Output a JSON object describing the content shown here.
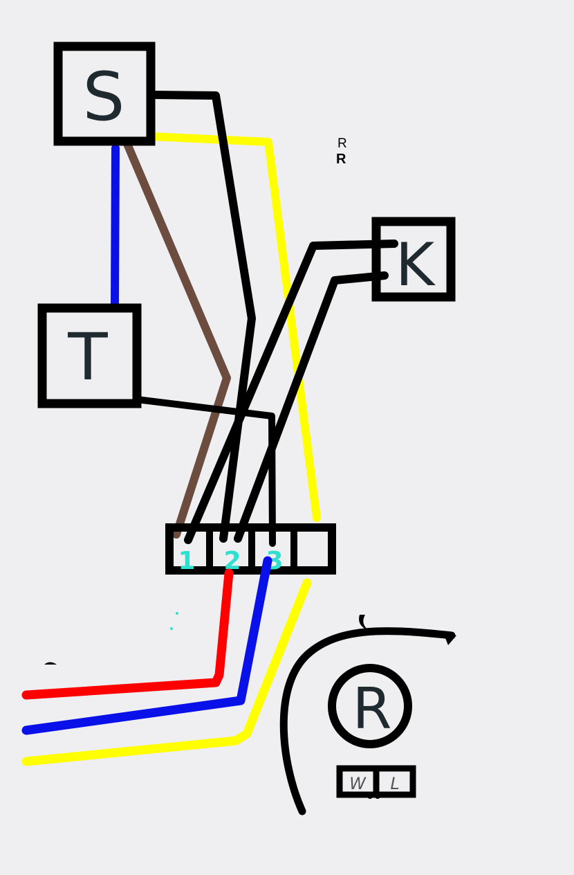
{
  "components": {
    "s_label": "S",
    "t_label": "T",
    "k_label": "K",
    "r_label": "R"
  },
  "terminal_block": {
    "numbers": [
      "1",
      "2",
      "3"
    ]
  },
  "r_terminals": [
    "W",
    "L"
  ],
  "floating_text": {
    "small": "R",
    "bold": "R"
  },
  "wire_colors": {
    "black": "#000000",
    "brown": "#6b4c3f",
    "blue": "#0a10e8",
    "yellow": "#ffff00",
    "red": "#ff0000",
    "cyan": "#2fe0d0"
  }
}
